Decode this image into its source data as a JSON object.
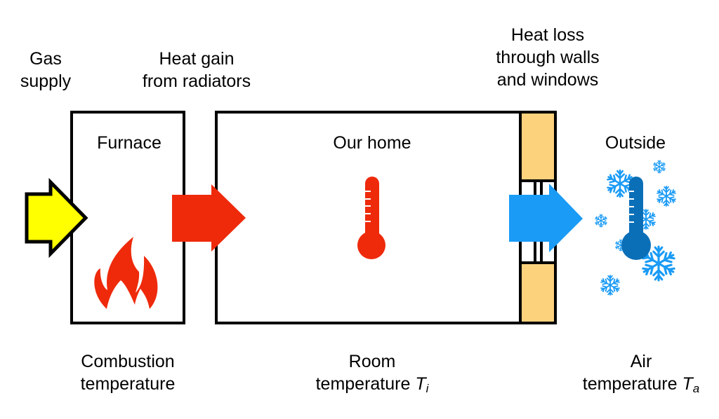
{
  "diagram": {
    "top_labels": {
      "gas_supply": [
        "Gas",
        "supply"
      ],
      "heat_gain": [
        "Heat gain",
        "from radiators"
      ],
      "heat_loss": [
        "Heat loss",
        "through walls",
        "and windows"
      ]
    },
    "boxes": {
      "furnace": "Furnace",
      "home": "Our home",
      "outside": "Outside"
    },
    "bottom_labels": {
      "combustion": [
        "Combustion",
        "temperature"
      ],
      "room": {
        "line1": "Room",
        "line2": "temperature",
        "symbol": "T",
        "subscript": "i"
      },
      "air": {
        "line1": "Air",
        "line2": "temperature",
        "symbol": "T",
        "subscript": "a"
      }
    },
    "icons": {
      "gas_arrow": "arrow-right-icon",
      "flame": "flame-icon",
      "heat_arrow": "arrow-right-icon",
      "room_thermometer": "thermometer-icon",
      "loss_arrow": "arrow-right-icon",
      "outside_thermometer": "thermometer-icon",
      "snow": "snowflake-icon"
    },
    "colors": {
      "gas": "#ffff00",
      "heat": "#ee2a0b",
      "cold": "#1a9bf5",
      "cold_thermometer": "#0b6fb8",
      "wall": "#fdd27d",
      "stroke": "#000000"
    }
  }
}
